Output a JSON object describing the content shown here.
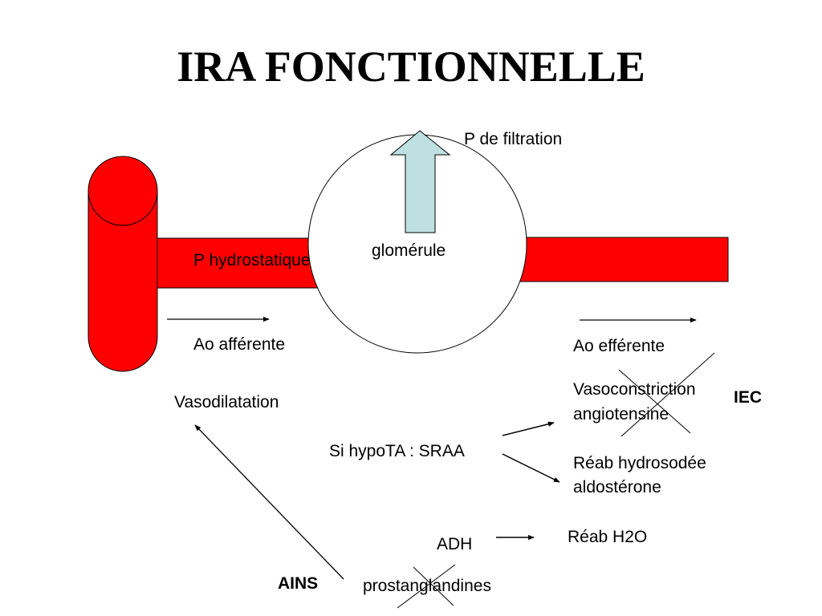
{
  "title": "IRA FONCTIONNELLE",
  "labels": {
    "p_filtration": "P de filtration",
    "glomerule": "glomérule",
    "p_hydrostatique": "P hydrostatique",
    "ao_afferente": "Ao afférente",
    "ao_efferente": "Ao efférente",
    "vasodilatation": "Vasodilatation",
    "vasoconstriction_1": "Vasoconstriction",
    "vasoconstriction_2": "angiotensine",
    "iec": "IEC",
    "si_hypota": "Si hypoTA : SRAA",
    "reab_hydrosodee_1": "Réab hydrosodée",
    "reab_hydrosodee_2": "aldostérone",
    "adh": "ADH",
    "reab_h2o": "Réab H2O",
    "ains": "AINS",
    "prostaglandines": "prostanglandines"
  },
  "colors": {
    "vessel_red": "#ff0000",
    "arrow_fill": "#bfe0e0",
    "stroke": "#000000"
  }
}
